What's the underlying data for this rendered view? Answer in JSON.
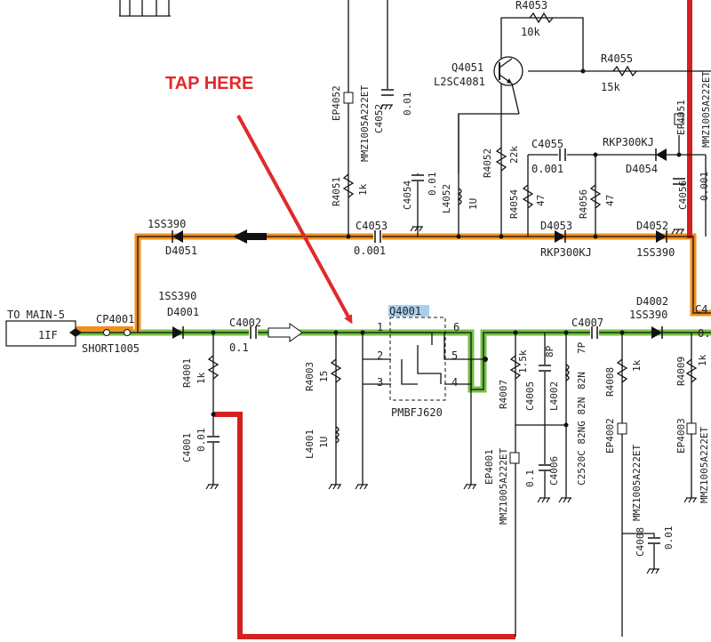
{
  "annotation": {
    "text": "TAP HERE",
    "color": "#e02a2a"
  },
  "connector": {
    "label": "TO MAIN-5",
    "pin": "1IF"
  },
  "colors": {
    "green_trace": "#74c043",
    "orange_trace": "#f0901e",
    "red_trace": "#d42020",
    "highlight": "#a9cfee"
  },
  "labels": {
    "cp4001": "CP4001",
    "short1005": "SHORT1005",
    "d4001_part": "1SS390",
    "d4001": "D4001",
    "c4002": "C4002",
    "c4002_val": "0.1",
    "r4001": "R4001",
    "r4001_val": "1k",
    "c4001": "C4001",
    "c4001_val": "0.01",
    "r4003": "R4003",
    "r4003_val": "15",
    "l4001": "L4001",
    "l4001_val": "1U",
    "q4001": "Q4001",
    "pmbfj620": "PMBFJ620",
    "pin1": "1",
    "pin2": "2",
    "pin3": "3",
    "pin4": "4",
    "pin5": "5",
    "pin6": "6",
    "ep4001": "EP4001",
    "ep4001_part": "MMZ1005A222ET",
    "r4007": "R4007",
    "r4007_val": "1.5k",
    "c4005": "C4005",
    "c4005_val": "8P",
    "l4002": "L4002",
    "l4002_val": "7P",
    "l4002_part": "82N",
    "c2520c": "C2520C 82NG 82N",
    "c4006": "C4006",
    "c4006_val": "0.1",
    "c4007": "C4007",
    "r4008": "R4008",
    "r4008_val": "1k",
    "ep4002": "EP4002",
    "ep4002_part": "MMZ1005A222ET",
    "d4002": "D4002",
    "d4002_part": "1SS390",
    "r4009": "R4009",
    "r4009_val": "1k",
    "ep4003": "EP4003",
    "ep4003_part": "MMZ1005A222ET",
    "c4008": "C4008",
    "c4008_val": "0.01",
    "c4_cut": "C4",
    "d4051_part": "1SS390",
    "d4051": "D4051",
    "c4053": "C4053",
    "c4053_val": "0.001",
    "d4053": "D4053",
    "d4053_part": "RKP300KJ",
    "d4052": "D4052",
    "d4052_part": "1SS390",
    "r4051": "R4051",
    "r4051_val": "1k",
    "ep4052": "EP4052",
    "ep4052_part": "MMZ1005A222ET",
    "c4052": "C4052",
    "c4052_val": "0.01",
    "c4054": "C4054",
    "c4054_val": "0.01",
    "l4052": "L4052",
    "l4052_val": "1U",
    "r4052": "R4052",
    "r4052_val": "22k",
    "r4054": "R4054",
    "r4054_val": "47",
    "r4056": "R4056",
    "r4056_val": "47",
    "c4055": "C4055",
    "c4055_val": "0.001",
    "rkp_top": "RKP300KJ",
    "d4054": "D4054",
    "c4056": "C4056",
    "c4056_val": "0.001",
    "ep4051": "EP4051",
    "ep4051_part": "MMZ1005A222ET",
    "q4051": "Q4051",
    "l2sc4081": "L2SC4081",
    "r4053": "R4053",
    "r4053_val": "10k",
    "r4055": "R4055",
    "r4055_val": "15k",
    "dot_cut": "0."
  }
}
